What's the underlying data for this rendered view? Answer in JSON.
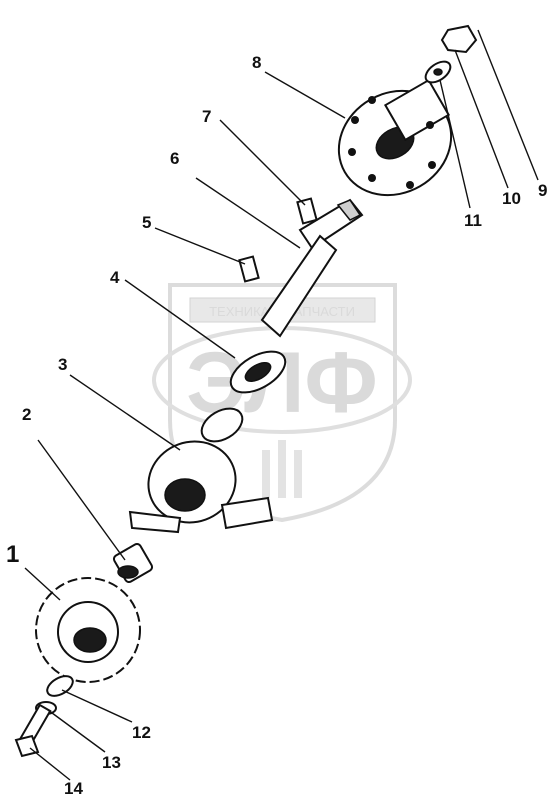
{
  "watermark": {
    "banner_text": "ТЕХНИКА И ЗАПЧАСТИ",
    "logo_text": "ЭЛФ"
  },
  "callouts": [
    {
      "id": "1",
      "label": "1"
    },
    {
      "id": "2",
      "label": "2"
    },
    {
      "id": "3",
      "label": "3"
    },
    {
      "id": "4",
      "label": "4"
    },
    {
      "id": "5",
      "label": "5"
    },
    {
      "id": "6",
      "label": "6"
    },
    {
      "id": "7",
      "label": "7"
    },
    {
      "id": "8",
      "label": "8"
    },
    {
      "id": "9",
      "label": "9"
    },
    {
      "id": "10",
      "label": "10"
    },
    {
      "id": "11",
      "label": "11"
    },
    {
      "id": "12",
      "label": "12"
    },
    {
      "id": "13",
      "label": "13"
    },
    {
      "id": "14",
      "label": "14"
    }
  ],
  "colors": {
    "line": "#111111",
    "watermark": "#d6d6d6",
    "background": "#ffffff"
  }
}
